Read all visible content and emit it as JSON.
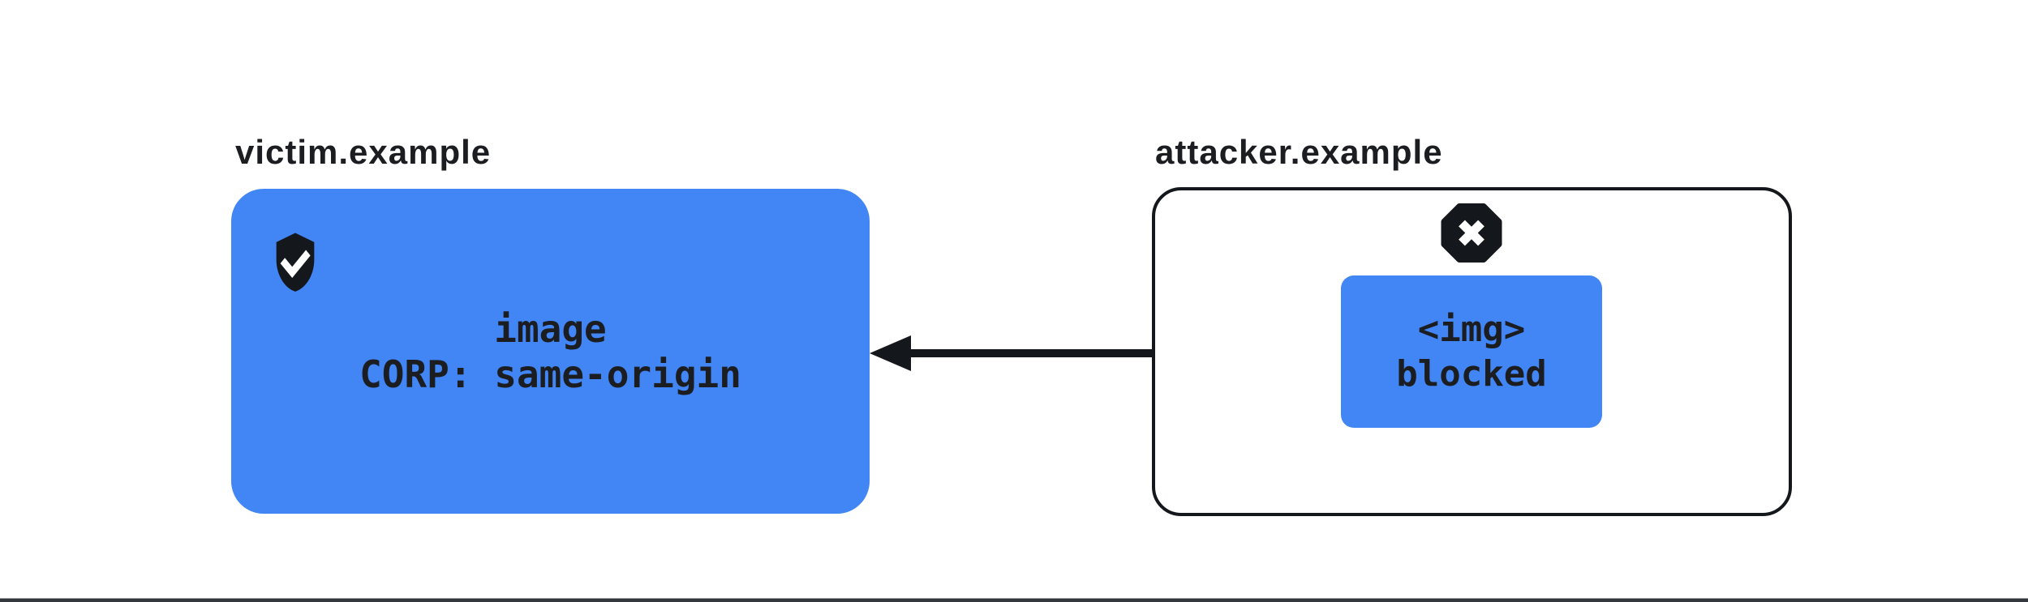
{
  "colors": {
    "box_blue": "#4285F4",
    "ink_dark": "#14171b",
    "text_dark": "#1b1d21"
  },
  "victim": {
    "title": "victim.example",
    "icon": "shield-check",
    "lines": [
      "image",
      "CORP: same-origin"
    ]
  },
  "attacker": {
    "title": "attacker.example",
    "icon": "blocked-x-octagon",
    "lines": [
      "<img>",
      "blocked"
    ]
  },
  "arrow": {
    "direction": "right-to-left"
  }
}
